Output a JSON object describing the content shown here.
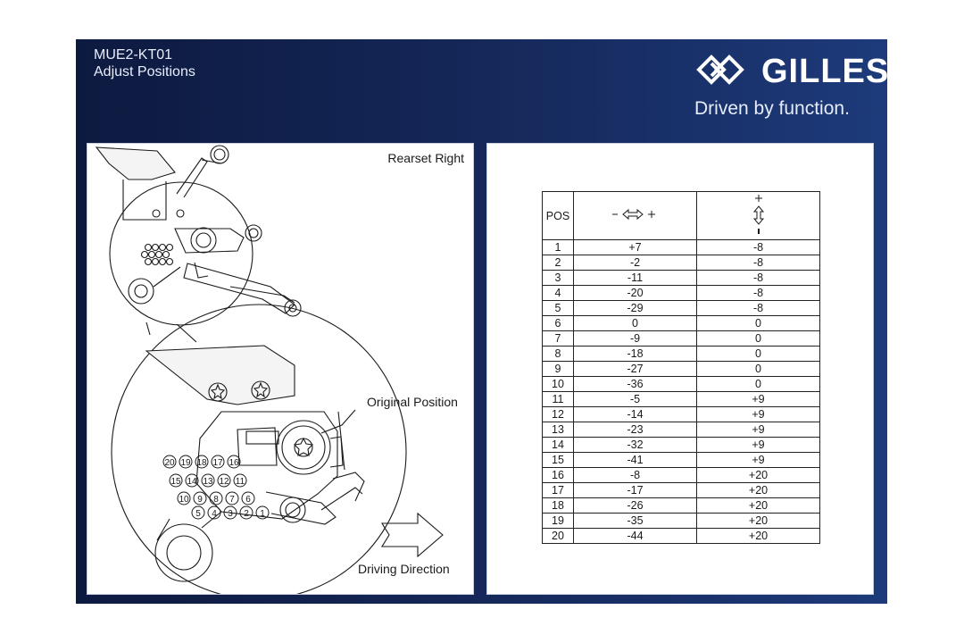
{
  "header": {
    "model_code": "MUE2-KT01",
    "subtitle": "Adjust Positions",
    "brand": "GILLES",
    "tagline": "Driven by function."
  },
  "colors": {
    "background_dark": "#0d1a40",
    "background_light": "#1d3a7a",
    "panel": "#ffffff",
    "ink": "#1a1a1a"
  },
  "diagram": {
    "title": "Rearset Right",
    "callout_original": "Original Position",
    "callout_direction": "Driving Direction",
    "position_numbers_row1": [
      "20",
      "19",
      "18",
      "17",
      "16"
    ],
    "position_numbers_row2": [
      "15",
      "14",
      "13",
      "12",
      "11"
    ],
    "position_numbers_row3": [
      "10",
      "9",
      "8",
      "7",
      "6"
    ],
    "position_numbers_row4": [
      "5",
      "4",
      "3",
      "2",
      "1"
    ]
  },
  "table": {
    "col_pos": "POS",
    "rows": [
      {
        "pos": "1",
        "h": "+7",
        "v": "-8"
      },
      {
        "pos": "2",
        "h": "-2",
        "v": "-8"
      },
      {
        "pos": "3",
        "h": "-11",
        "v": "-8"
      },
      {
        "pos": "4",
        "h": "-20",
        "v": "-8"
      },
      {
        "pos": "5",
        "h": "-29",
        "v": "-8"
      },
      {
        "pos": "6",
        "h": "0",
        "v": "0"
      },
      {
        "pos": "7",
        "h": "-9",
        "v": "0"
      },
      {
        "pos": "8",
        "h": "-18",
        "v": "0"
      },
      {
        "pos": "9",
        "h": "-27",
        "v": "0"
      },
      {
        "pos": "10",
        "h": "-36",
        "v": "0"
      },
      {
        "pos": "11",
        "h": "-5",
        "v": "+9"
      },
      {
        "pos": "12",
        "h": "-14",
        "v": "+9"
      },
      {
        "pos": "13",
        "h": "-23",
        "v": "+9"
      },
      {
        "pos": "14",
        "h": "-32",
        "v": "+9"
      },
      {
        "pos": "15",
        "h": "-41",
        "v": "+9"
      },
      {
        "pos": "16",
        "h": "-8",
        "v": "+20"
      },
      {
        "pos": "17",
        "h": "-17",
        "v": "+20"
      },
      {
        "pos": "18",
        "h": "-26",
        "v": "+20"
      },
      {
        "pos": "19",
        "h": "-35",
        "v": "+20"
      },
      {
        "pos": "20",
        "h": "-44",
        "v": "+20"
      }
    ]
  }
}
